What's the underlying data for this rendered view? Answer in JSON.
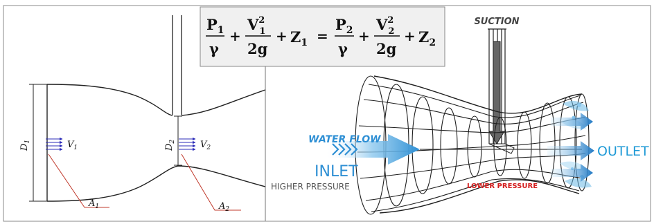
{
  "venturi_diagram": {
    "labels": {
      "d1": "D",
      "d1_sub": "1",
      "d2": "D",
      "d2_sub": "2",
      "v1": "V",
      "v1_sub": "1",
      "v2": "V",
      "v2_sub": "2",
      "a1": "A",
      "a1_sub": "1",
      "a2": "A",
      "a2_sub": "2"
    }
  },
  "equation": {
    "lhs": {
      "p": "P",
      "p_sub": "1",
      "gamma": "γ",
      "v": "V",
      "v_sub": "1",
      "v_sup": "2",
      "two_g": "2g",
      "z": "Z",
      "z_sub": "1"
    },
    "rhs": {
      "p": "P",
      "p_sub": "2",
      "gamma": "γ",
      "v": "V",
      "v_sub": "2",
      "v_sup": "2",
      "two_g": "2g",
      "z": "Z",
      "z_sub": "2"
    },
    "plus": "+",
    "equals": "="
  },
  "illustration": {
    "suction": "SUCTION",
    "water_flow": "WATER FLOW",
    "inlet": "INLET",
    "higher_pressure": "HIGHER PRESSURE",
    "lower_pressure": "LOWER PRESSURE",
    "outlet": "OUTLET",
    "colors": {
      "flow_blue": "#2e8fd4",
      "outlet_blue": "#1f9ad6",
      "lower_pressure_red": "#d42020",
      "text_gray": "#555555"
    }
  }
}
